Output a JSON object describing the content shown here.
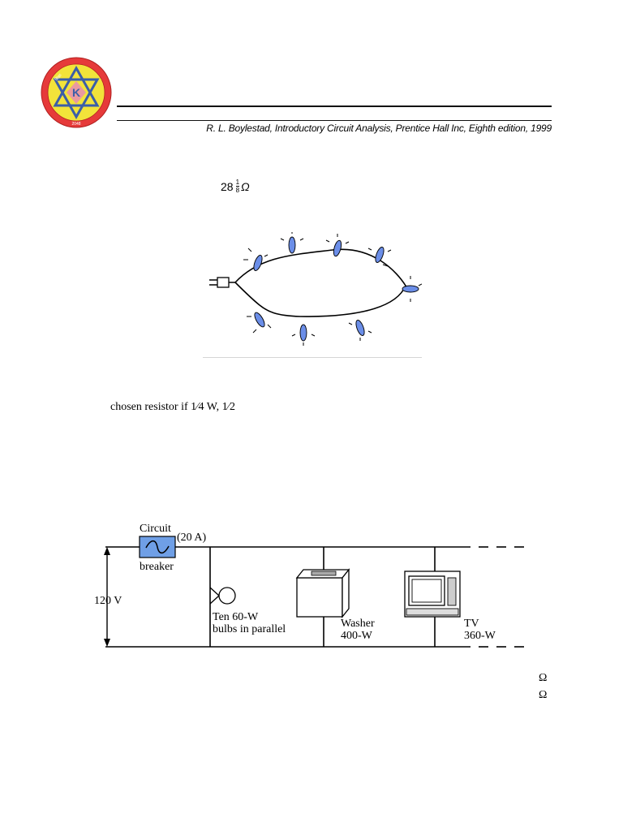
{
  "header": {
    "logo_text": [
      "K",
      "शिक्षा",
      "2048"
    ],
    "citation": "R. L. Boylestad, Introductory Circuit Analysis, Prentice Hall Inc, Eighth edition, 1999"
  },
  "problem1": {
    "resistance_whole": "28",
    "resistance_num": "1",
    "resistance_den": "8",
    "resistance_unit": "Ω"
  },
  "problem2": {
    "text": "chosen resistor  if 1⁄4  W, 1⁄2"
  },
  "circuit": {
    "breaker_label_top": "Circuit",
    "breaker_label_bottom": "breaker",
    "breaker_rating": "(20 A)",
    "voltage": "120 V",
    "bulbs_line1": "Ten 60-W",
    "bulbs_line2": "bulbs in parallel",
    "washer_line1": "Washer",
    "washer_line2": "400-W",
    "tv_line1": "TV",
    "tv_line2": "360-W"
  },
  "footer_symbols": [
    "Ω",
    "Ω"
  ],
  "colors": {
    "logo_red": "#e63a3a",
    "logo_yellow": "#f2e33a",
    "logo_blue": "#3b5ea8",
    "bulb_blue": "#6b8ee8",
    "breaker_blue": "#6f9fe6"
  }
}
